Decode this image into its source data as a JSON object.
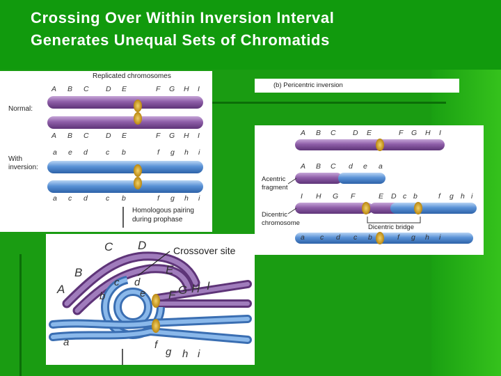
{
  "slide": {
    "title_line1": "Crossing Over Within Inversion Interval",
    "title_line2": "Generates Unequal Sets of Chromatids"
  },
  "left_panel": {
    "heading": "Replicated chromosomes",
    "normal_label": "Normal:",
    "inversion_label_1": "With",
    "inversion_label_2": "inversion:",
    "normal_genes_top": [
      "A",
      "B",
      "C",
      "D",
      "E",
      "F",
      "G",
      "H",
      "I"
    ],
    "normal_genes_mid": [
      "A",
      "B",
      "C",
      "D",
      "E",
      "F",
      "G",
      "H",
      "I"
    ],
    "inversion_genes_top": [
      "a",
      "e",
      "d",
      "c",
      "b",
      "f",
      "g",
      "h",
      "i"
    ],
    "inversion_genes_bottom": [
      "a",
      "c",
      "d",
      "c",
      "b",
      "f",
      "g",
      "h",
      "i"
    ],
    "caption_1": "Homologous pairing",
    "caption_2": "during prophase"
  },
  "top_right_panel": {
    "label": "(b) Pericentric inversion"
  },
  "right_panel": {
    "row1_genes": [
      "A",
      "B",
      "C",
      "D",
      "E",
      "F",
      "G",
      "H",
      "I"
    ],
    "row2_genes": [
      "A",
      "B",
      "C",
      "d",
      "e",
      "a"
    ],
    "row3_genes": [
      "I",
      "H",
      "G",
      "F",
      "E",
      "D",
      "c",
      "b",
      "f",
      "g",
      "h",
      "i"
    ],
    "row4_genes": [
      "a",
      "c",
      "d",
      "c",
      "b",
      "f",
      "g",
      "h",
      "i"
    ],
    "acentric_1": "Acentric",
    "acentric_2": "fragment",
    "dicentric_1": "Dicentric",
    "dicentric_2": "chromosome",
    "bridge_label": "Dicentric bridge"
  },
  "bottom_panel": {
    "crossover_label": "Crossover site",
    "genes_upper": [
      "C",
      "D",
      "B",
      "E",
      "A",
      "F",
      "G",
      "H",
      "I"
    ],
    "genes_inner": [
      "c",
      "d",
      "b",
      "e"
    ],
    "genes_lower": [
      "a",
      "f",
      "g",
      "h",
      "i"
    ]
  },
  "colors": {
    "background": "#1a9c12",
    "purple": "#8a5aa2",
    "blue": "#5a92d6",
    "centromere": "#d9a521"
  }
}
